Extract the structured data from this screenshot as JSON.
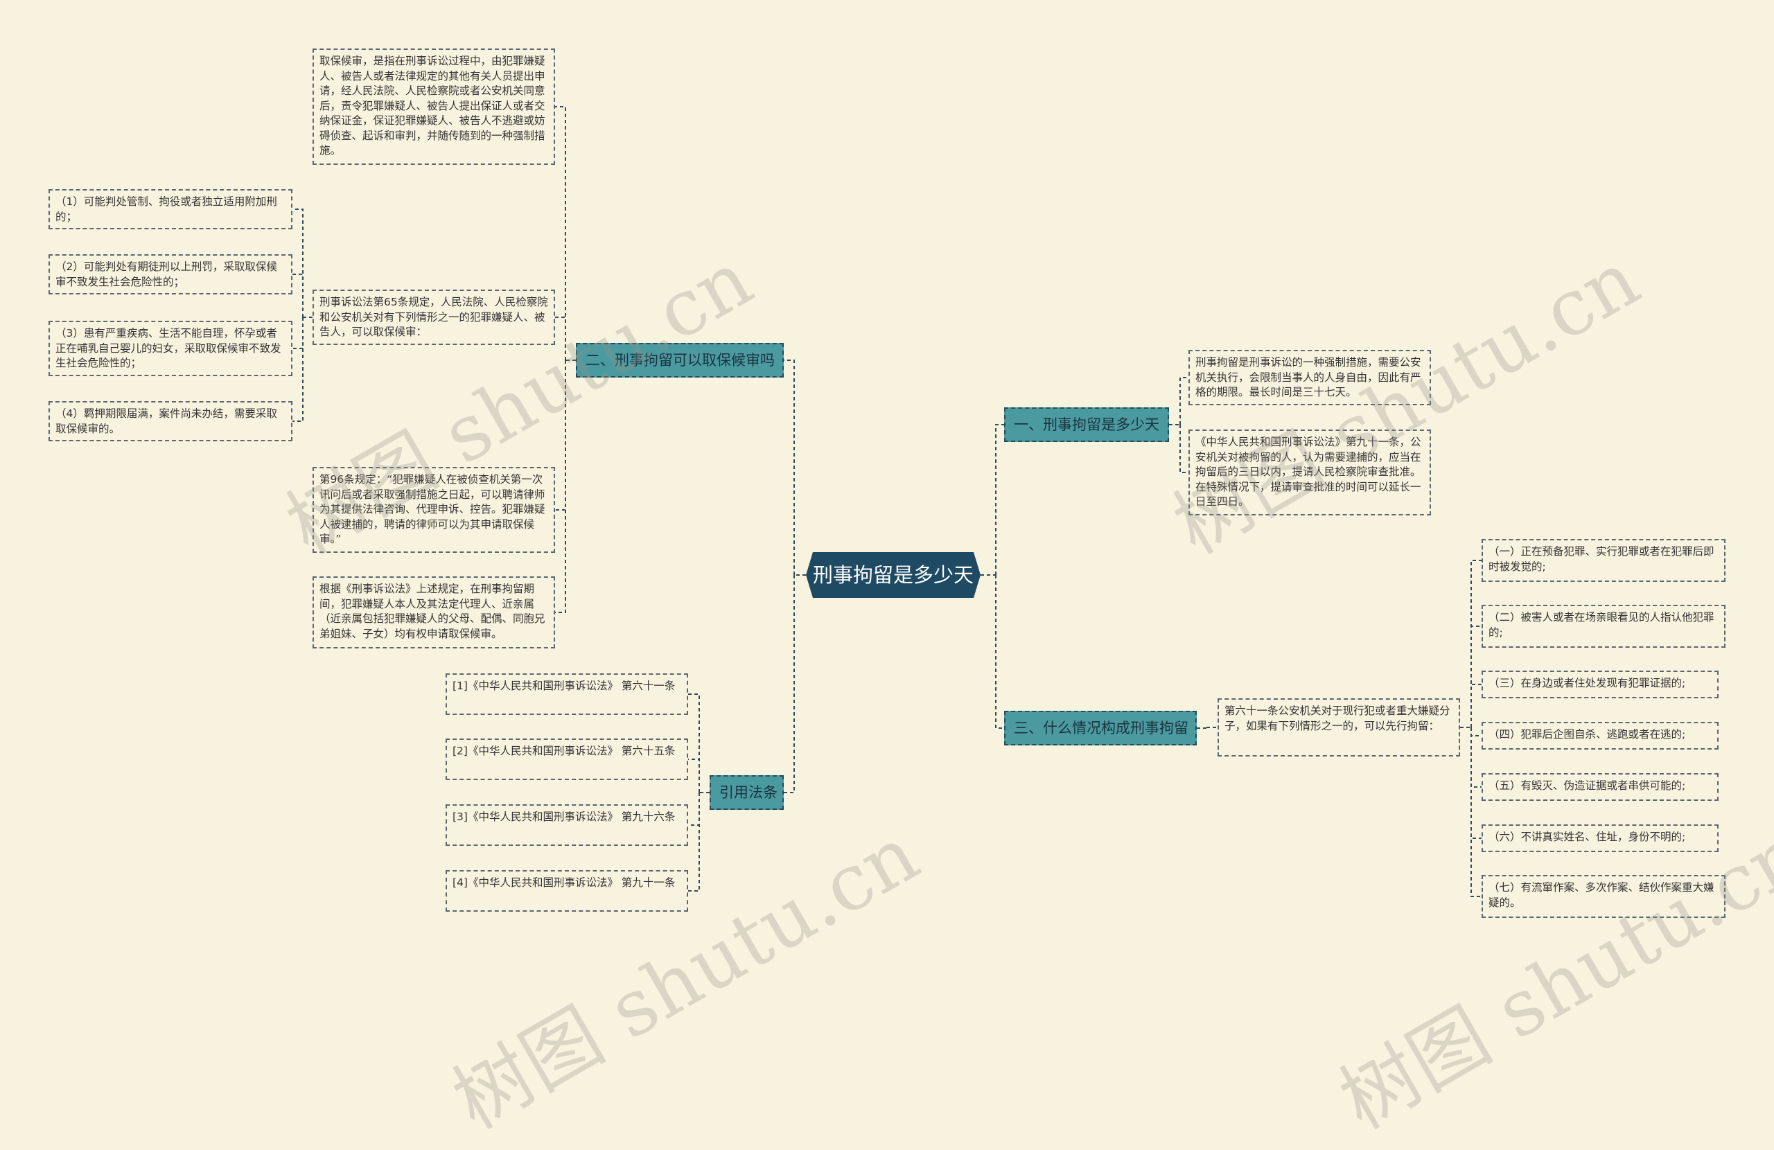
{
  "root": {
    "label": "刑事拘留是多少天"
  },
  "branches": {
    "b1": {
      "label": "一、刑事拘留是多少天"
    },
    "b2": {
      "label": "二、刑事拘留可以取保候审吗"
    },
    "b3": {
      "label": "三、什么情况构成刑事拘留"
    },
    "b4": {
      "label": "引用法条"
    }
  },
  "leaves": {
    "b1_1": "刑事拘留是刑事诉讼的一种强制措施，需要公安机关执行，会限制当事人的人身自由，因此有严格的期限。最长时间是三十七天。",
    "b1_2": "《中华人民共和国刑事诉讼法》第九十一条，公安机关对被拘留的人，认为需要逮捕的，应当在拘留后的三日以内，提请人民检察院审查批准。在特殊情况下，提请审查批准的时间可以延长一日至四日。",
    "b2_1": "取保候审，是指在刑事诉讼过程中，由犯罪嫌疑人、被告人或者法律规定的其他有关人员提出申请，经人民法院、人民检察院或者公安机关同意后，责令犯罪嫌疑人、被告人提出保证人或者交纳保证金，保证犯罪嫌疑人、被告人不逃避或妨碍侦查、起诉和审判，并随传随到的一种强制措施。",
    "b2_2": "刑事诉讼法第65条规定，人民法院、人民检察院和公安机关对有下列情形之一的犯罪嫌疑人、被告人，可以取保候审：",
    "b2_2_1": "（1）可能判处管制、拘役或者独立适用附加刑的；",
    "b2_2_2": "（2）可能判处有期徒刑以上刑罚，采取取保候审不致发生社会危险性的；",
    "b2_2_3": "（3）患有严重疾病、生活不能自理，怀孕或者正在哺乳自己婴儿的妇女，采取取保候审不致发生社会危险性的；",
    "b2_2_4": "（4）羁押期限届满，案件尚未办结，需要采取取保候审的。",
    "b2_3": "第96条规定：“犯罪嫌疑人在被侦查机关第一次讯问后或者采取强制措施之日起，可以聘请律师为其提供法律咨询、代理申诉、控告。犯罪嫌疑人被逮捕的，聘请的律师可以为其申请取保候审。”",
    "b2_4": "根据《刑事诉讼法》上述规定，在刑事拘留期间，犯罪嫌疑人本人及其法定代理人、近亲属（近亲属包括犯罪嫌疑人的父母、配偶、同胞兄弟姐妹、子女）均有权申请取保候审。",
    "b3_1": "第六十一条公安机关对于现行犯或者重大嫌疑分子，如果有下列情形之一的，可以先行拘留：",
    "b3_1_1": "（一）正在预备犯罪、实行犯罪或者在犯罪后即时被发觉的;",
    "b3_1_2": "（二）被害人或者在场亲眼看见的人指认他犯罪的;",
    "b3_1_3": "（三）在身边或者住处发现有犯罪证据的;",
    "b3_1_4": "（四）犯罪后企图自杀、逃跑或者在逃的;",
    "b3_1_5": "（五）有毁灭、伪造证据或者串供可能的;",
    "b3_1_6": "（六）不讲真实姓名、住址，身份不明的;",
    "b3_1_7": "（七）有流窜作案、多次作案、结伙作案重大嫌疑的。",
    "b4_1": "[1]《中华人民共和国刑事诉讼法》 第六十一条",
    "b4_2": "[2]《中华人民共和国刑事诉讼法》 第六十五条",
    "b4_3": "[3]《中华人民共和国刑事诉讼法》 第九十六条",
    "b4_4": "[4]《中华人民共和国刑事诉讼法》 第九十一条"
  },
  "watermark": "树图 shutu.cn",
  "colors": {
    "background": "#f8f3df",
    "root_fill": "#1f4a63",
    "branch_fill": "#4a9aa0",
    "connector": "#2f4a5a"
  }
}
